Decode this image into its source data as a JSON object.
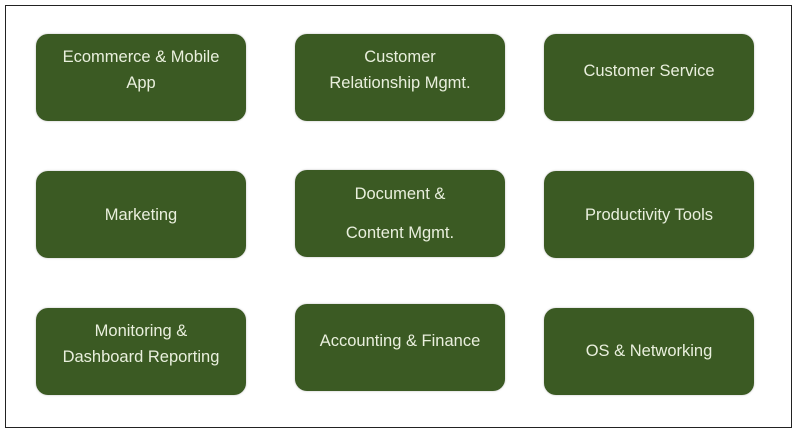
{
  "colors": {
    "box_fill": "#3b5a23",
    "box_text": "#e9efdd",
    "frame_border": "#222222"
  },
  "categories": [
    {
      "lines": [
        "Ecommerce & Mobile",
        "App"
      ]
    },
    {
      "lines": [
        "Customer",
        "Relationship Mgmt."
      ]
    },
    {
      "lines": [
        "Customer Service"
      ]
    },
    {
      "lines": [
        "Marketing"
      ]
    },
    {
      "lines": [
        "Document &",
        "Content Mgmt."
      ]
    },
    {
      "lines": [
        "Productivity Tools"
      ]
    },
    {
      "lines": [
        "Monitoring &",
        "Dashboard Reporting"
      ]
    },
    {
      "lines": [
        "Accounting & Finance"
      ]
    },
    {
      "lines": [
        "OS & Networking"
      ]
    }
  ]
}
